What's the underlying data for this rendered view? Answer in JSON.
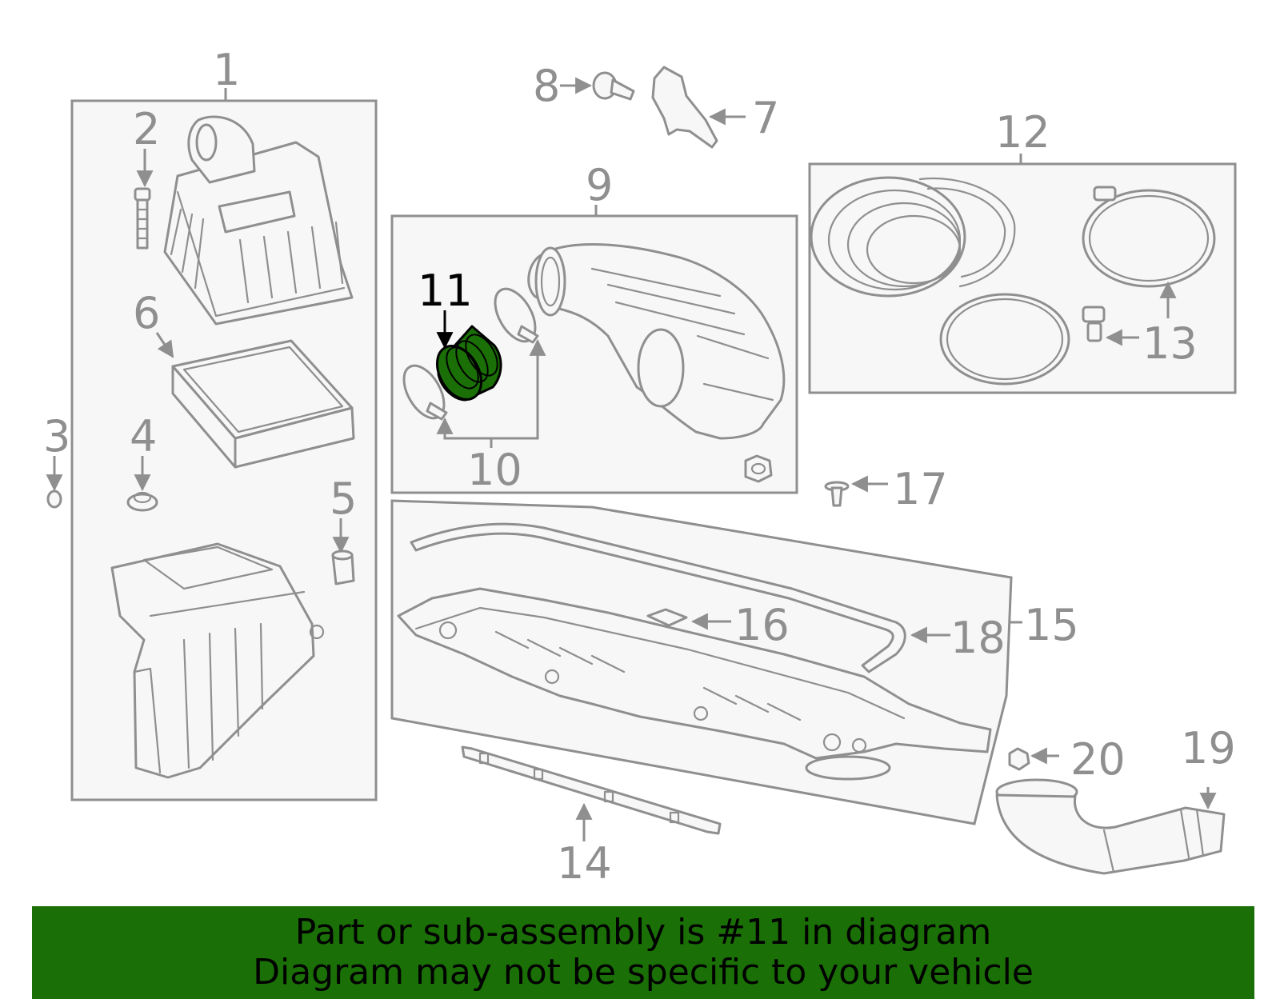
{
  "callouts": {
    "c1": "1",
    "c2": "2",
    "c3": "3",
    "c4": "4",
    "c5": "5",
    "c6": "6",
    "c7": "7",
    "c8": "8",
    "c9": "9",
    "c10": "10",
    "c11": "11",
    "c12": "12",
    "c13": "13",
    "c14": "14",
    "c15": "15",
    "c16": "16",
    "c17": "17",
    "c18": "18",
    "c19": "19",
    "c20": "20"
  },
  "highlight": {
    "part": "11",
    "color": "#1a6f06"
  },
  "banner": {
    "line1": "Part or sub-assembly is #11 in diagram",
    "line2": "Diagram may not be specific to your vehicle",
    "background": "#1a6f06"
  },
  "colors": {
    "line": "#8f8f8f",
    "fill": "#f7f7f7",
    "highlight_stroke": "#000000"
  }
}
